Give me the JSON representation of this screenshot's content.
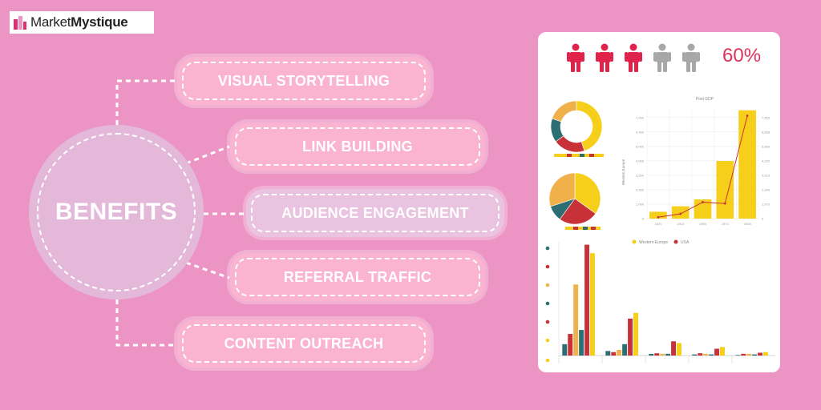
{
  "brand": {
    "name_regular": "Market",
    "name_bold": "Mystique"
  },
  "center": {
    "label": "BENEFITS"
  },
  "benefits": [
    {
      "label": "VISUAL STORYTELLING"
    },
    {
      "label": "LINK BUILDING"
    },
    {
      "label": "AUDIENCE ENGAGEMENT"
    },
    {
      "label": "REFERRAL TRAFFIC"
    },
    {
      "label": "CONTENT OUTREACH"
    }
  ],
  "infographic": {
    "people_highlighted": 3,
    "people_total": 5,
    "percent_label": "60%",
    "colors": {
      "highlight": "#e0234a",
      "muted": "#a7a7a7",
      "yellow": "#f5cf1a",
      "red": "#c93138",
      "teal": "#2c6e73",
      "orange": "#f0b04a"
    },
    "chart_data": [
      {
        "type": "bar",
        "title": "Post GDP",
        "categories": [
          "1870",
          "1913",
          "1950",
          "1973",
          "2003"
        ],
        "series": [
          {
            "name": "Western Europe",
            "values": [
              500,
              900,
              1400,
              4200,
              7900
            ]
          },
          {
            "name": "USA",
            "values": [
              100,
              350,
              1200,
              1100,
              7500
            ]
          }
        ],
        "xlabel": "",
        "ylabel": "Western Europe",
        "yticks_left": [
          "0",
          "1,000",
          "2,000",
          "3,000",
          "4,000",
          "5,000",
          "6,000",
          "7,000"
        ],
        "yticks_right": [
          "0",
          "1,673",
          "2,346",
          "3,019",
          "4,292",
          "5,565",
          "6,838",
          "7,553"
        ],
        "ylim": [
          0,
          8000
        ]
      },
      {
        "type": "pie",
        "values": [
          45,
          20,
          15,
          20
        ],
        "colors": [
          "#f5cf1a",
          "#c93138",
          "#2c6e73",
          "#f0b04a"
        ]
      },
      {
        "type": "pie",
        "values": [
          35,
          25,
          10,
          30
        ],
        "colors": [
          "#f5cf1a",
          "#c93138",
          "#2c6e73",
          "#f0b04a"
        ]
      },
      {
        "type": "bar",
        "groups": 5,
        "series_colors": [
          "#2c6e73",
          "#c93138",
          "#f0b04a",
          "#2c6e73",
          "#c93138",
          "#f5cf1a"
        ],
        "values": [
          [
            20,
            38,
            125,
            45,
            195,
            180
          ],
          [
            8,
            6,
            10,
            20,
            65,
            75
          ],
          [
            3,
            4,
            3,
            3,
            25,
            22
          ],
          [
            2,
            4,
            3,
            2,
            12,
            15
          ],
          [
            1,
            3,
            3,
            2,
            5,
            6
          ]
        ]
      }
    ]
  }
}
